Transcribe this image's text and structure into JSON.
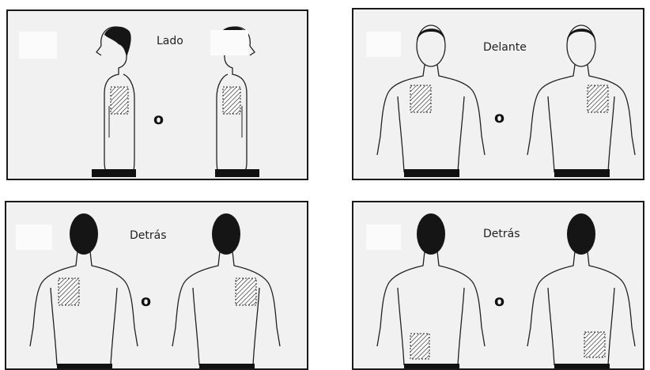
{
  "panels": [
    {
      "label": "Lado",
      "separator": "o",
      "view": "side",
      "patch": "side-chest"
    },
    {
      "label": "Delante",
      "separator": "o",
      "view": "front",
      "patch": "upper-chest"
    },
    {
      "label": "Detrás",
      "separator": "o",
      "view": "back",
      "patch": "upper-back"
    },
    {
      "label": "Detrás",
      "separator": "o",
      "view": "back",
      "patch": "lower-back"
    }
  ],
  "colors": {
    "frame": "#1a1a1a",
    "panel_bg": "#f1f1f1",
    "hair": "#151515",
    "waistband": "#111111"
  }
}
